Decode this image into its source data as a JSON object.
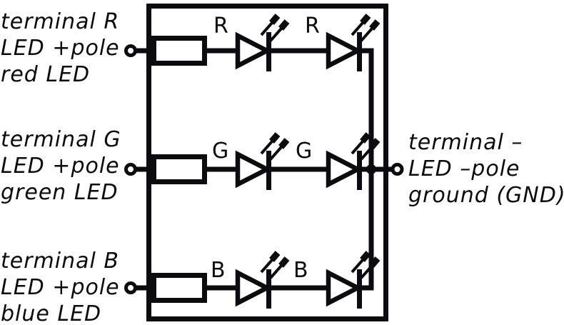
{
  "diagram": {
    "ink_color": "#0b0b10",
    "background_color": "#ffffff",
    "left_terminals": [
      {
        "channel_letter": "R",
        "line1": "terminal R",
        "line2": "LED +pole",
        "line3": "red LED"
      },
      {
        "channel_letter": "G",
        "line1": "terminal G",
        "line2": "LED +pole",
        "line3": "green LED"
      },
      {
        "channel_letter": "B",
        "line1": "terminal B",
        "line2": "LED +pole",
        "line3": "blue LED"
      }
    ],
    "right_terminal": {
      "line1": "terminal –",
      "line2": "LED –pole",
      "line3": "ground (GND)"
    }
  }
}
